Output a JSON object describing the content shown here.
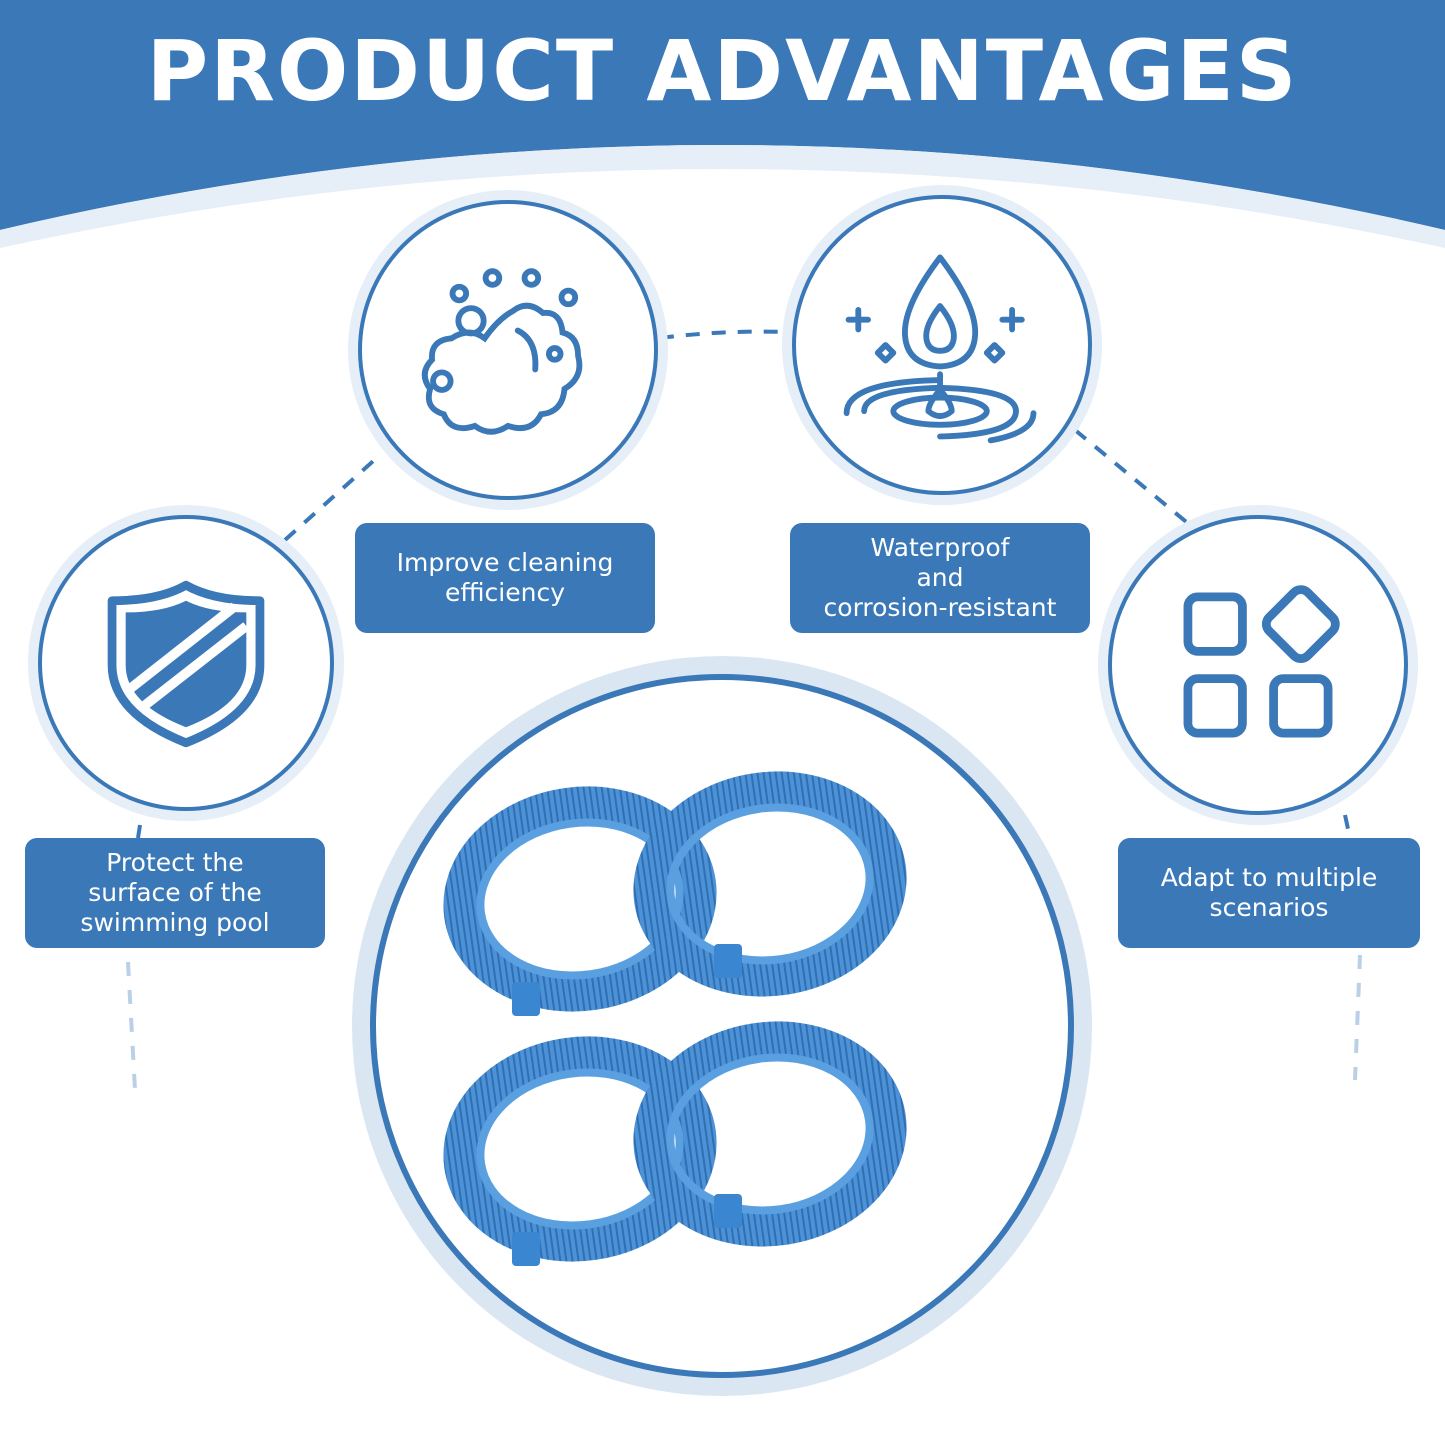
{
  "title": "PRODUCT ADVANTAGES",
  "colors": {
    "primary": "#3a78b8",
    "light": "#e6eef8",
    "background": "#ffffff"
  },
  "features": [
    {
      "icon": "shield-icon",
      "label": "Protect the\nsurface of the\nswimming pool"
    },
    {
      "icon": "foam-bubbles-icon",
      "label": "Improve cleaning\nefficiency"
    },
    {
      "icon": "water-drop-icon",
      "label": "Waterproof\nand\ncorrosion-resistant"
    },
    {
      "icon": "app-grid-icon",
      "label": "Adapt to multiple\nscenarios"
    }
  ],
  "product": {
    "icon": "brush-ring-wheels-image",
    "quantity": 4
  }
}
